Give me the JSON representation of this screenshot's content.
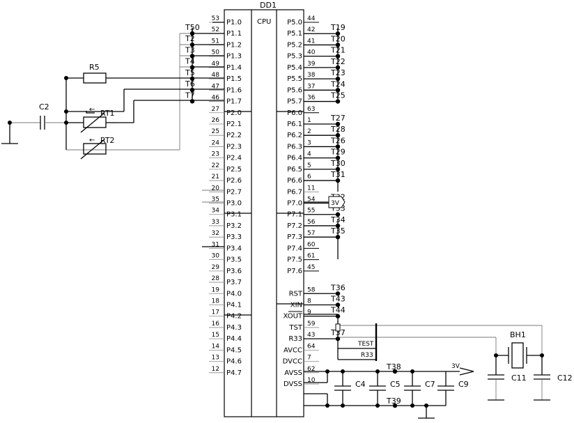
{
  "chip": {
    "designator": "DD1",
    "label": "CPU",
    "left_pins": [
      {
        "num": "53",
        "name": "P1.0"
      },
      {
        "num": "52",
        "name": "P1.1"
      },
      {
        "num": "51",
        "name": "P1.2"
      },
      {
        "num": "50",
        "name": "P1.3"
      },
      {
        "num": "49",
        "name": "P1.4"
      },
      {
        "num": "48",
        "name": "P1.5"
      },
      {
        "num": "47",
        "name": "P1.6"
      },
      {
        "num": "46",
        "name": "P1.7"
      },
      {
        "num": "27",
        "name": "P2.0"
      },
      {
        "num": "26",
        "name": "P2.1"
      },
      {
        "num": "25",
        "name": "P2.2"
      },
      {
        "num": "24",
        "name": "P2.3"
      },
      {
        "num": "23",
        "name": "P2.4"
      },
      {
        "num": "22",
        "name": "P2.5"
      },
      {
        "num": "21",
        "name": "P2.6"
      },
      {
        "num": "20",
        "name": "P2.7"
      },
      {
        "num": "35",
        "name": "P3.0"
      },
      {
        "num": "34",
        "name": "P3.1"
      },
      {
        "num": "33",
        "name": "P3.2"
      },
      {
        "num": "32",
        "name": "P3.3"
      },
      {
        "num": "31",
        "name": "P3.4"
      },
      {
        "num": "30",
        "name": "P3.5"
      },
      {
        "num": "29",
        "name": "P3.6"
      },
      {
        "num": "28",
        "name": "P3.7"
      },
      {
        "num": "19",
        "name": "P4.0"
      },
      {
        "num": "18",
        "name": "P4.1"
      },
      {
        "num": "17",
        "name": "P4.2"
      },
      {
        "num": "16",
        "name": "P4.3"
      },
      {
        "num": "15",
        "name": "P4.4"
      },
      {
        "num": "14",
        "name": "P4.5"
      },
      {
        "num": "13",
        "name": "P4.6"
      },
      {
        "num": "12",
        "name": "P4.7"
      }
    ],
    "right_pins": [
      {
        "num": "44",
        "name": "P5.0"
      },
      {
        "num": "42",
        "name": "P5.1"
      },
      {
        "num": "41",
        "name": "P5.2"
      },
      {
        "num": "40",
        "name": "P5.3"
      },
      {
        "num": "39",
        "name": "P5.4"
      },
      {
        "num": "38",
        "name": "P5.5"
      },
      {
        "num": "37",
        "name": "P5.6"
      },
      {
        "num": "36",
        "name": "P5.7"
      },
      {
        "num": "63",
        "name": "P6.0"
      },
      {
        "num": "1",
        "name": "P6.1"
      },
      {
        "num": "2",
        "name": "P6.2"
      },
      {
        "num": "3",
        "name": "P6.3"
      },
      {
        "num": "4",
        "name": "P6.4"
      },
      {
        "num": "5",
        "name": "P6.5"
      },
      {
        "num": "6",
        "name": "P6.6"
      },
      {
        "num": "11",
        "name": "P6.7"
      },
      {
        "num": "54",
        "name": "P7.0"
      },
      {
        "num": "55",
        "name": "P7.1"
      },
      {
        "num": "56",
        "name": "P7.2"
      },
      {
        "num": "57",
        "name": "P7.3"
      },
      {
        "num": "60",
        "name": "P7.4"
      },
      {
        "num": "61",
        "name": "P7.5"
      },
      {
        "num": "45",
        "name": "P7.6"
      },
      {
        "num": "",
        "name": ""
      },
      {
        "num": "58",
        "name": "RST"
      },
      {
        "num": "8",
        "name": "XIN"
      },
      {
        "num": "9",
        "name": "XOUT"
      },
      {
        "num": "59",
        "name": "TST"
      },
      {
        "num": "43",
        "name": "R33"
      },
      {
        "num": "64",
        "name": "AVCC"
      },
      {
        "num": "7",
        "name": "DVCC"
      },
      {
        "num": "62",
        "name": "AVSS"
      },
      {
        "num": "10",
        "name": "DVSS"
      }
    ]
  },
  "test_points": {
    "p1": [
      "T50",
      "T2",
      "T3",
      "T4",
      "T5",
      "T6",
      "T7"
    ],
    "p5": [
      "T19",
      "T20",
      "T21",
      "T22",
      "T23",
      "T24",
      "T25"
    ],
    "p6": [
      "T27",
      "T28",
      "T26",
      "T29",
      "T30",
      "T31"
    ],
    "p7": [
      "T32",
      "T33",
      "T34",
      "T35"
    ],
    "ctrl": [
      "T36",
      "T43",
      "T44",
      "T37"
    ],
    "power": [
      "T38",
      "T39"
    ]
  },
  "components": {
    "r5": "R5",
    "rt1": "RT1",
    "rt2": "RT2",
    "c2": "C2",
    "c4": "C4",
    "c5": "C5",
    "c7": "C7",
    "c9": "C9",
    "c11": "C11",
    "c12": "C12",
    "bh1": "BH1"
  },
  "nets": {
    "vcc_3v_flag": "3V",
    "vcc_3v_arrow": "3V",
    "test_line": "TEST",
    "r33_line": "R33"
  }
}
